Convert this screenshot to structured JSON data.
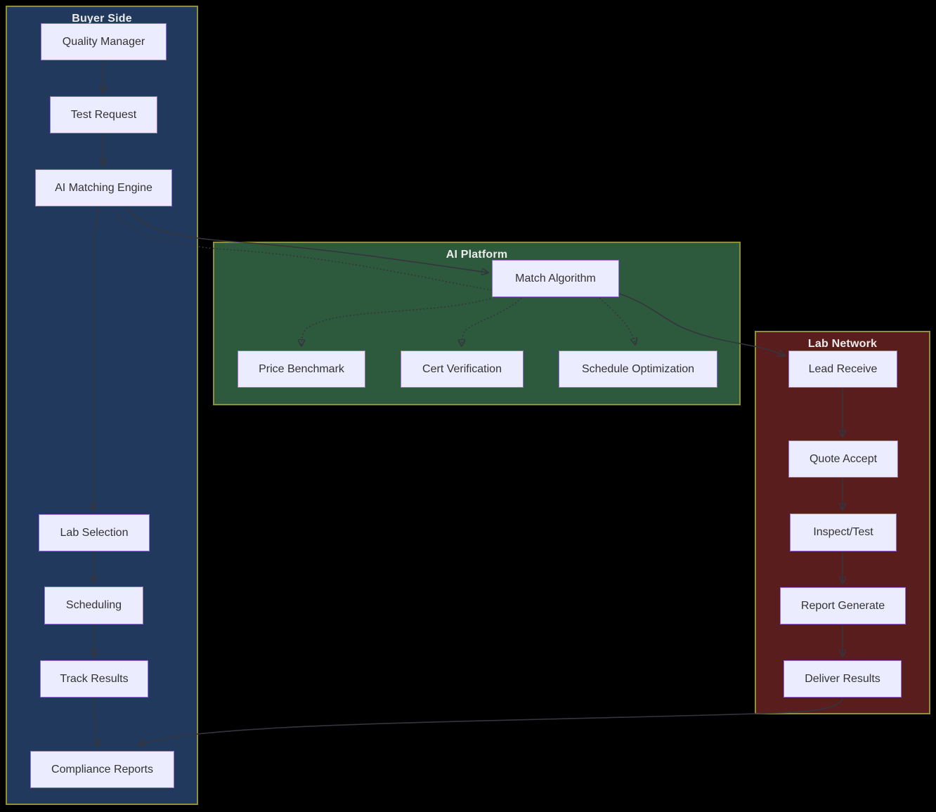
{
  "diagram_type": "flowchart",
  "colors": {
    "background": "#000000",
    "cluster_border": "#8f8f35",
    "buyer_fill": "#20395c",
    "ai_platform_fill": "#2d5a3d",
    "lab_network_fill": "#5a1d1d",
    "node_fill": "#ececff",
    "node_border": "#9370db",
    "node_text": "#333333",
    "cluster_title_text": "#ececec",
    "edge": "#35353d"
  },
  "containers": {
    "buyer": {
      "title": "Buyer Side",
      "nodes": {
        "quality_manager": {
          "label": "Quality Manager"
        },
        "test_request": {
          "label": "Test Request"
        },
        "ai_matching_engine": {
          "label": "AI Matching Engine"
        },
        "lab_selection": {
          "label": "Lab Selection"
        },
        "scheduling": {
          "label": "Scheduling"
        },
        "track_results": {
          "label": "Track Results"
        },
        "compliance_reports": {
          "label": "Compliance Reports"
        }
      }
    },
    "ai": {
      "title": "AI Platform",
      "nodes": {
        "match_algorithm": {
          "label": "Match Algorithm"
        },
        "price_benchmark": {
          "label": "Price Benchmark"
        },
        "cert_verification": {
          "label": "Cert Verification"
        },
        "schedule_optimization": {
          "label": "Schedule Optimization"
        }
      }
    },
    "lab": {
      "title": "Lab Network",
      "nodes": {
        "lead_receive": {
          "label": "Lead Receive"
        },
        "quote_accept": {
          "label": "Quote Accept"
        },
        "inspect_test": {
          "label": "Inspect/Test"
        },
        "report_generate": {
          "label": "Report Generate"
        },
        "deliver_results": {
          "label": "Deliver Results"
        }
      }
    }
  },
  "edges": [
    {
      "from": "Quality Manager",
      "to": "Test Request",
      "style": "solid"
    },
    {
      "from": "Test Request",
      "to": "AI Matching Engine",
      "style": "solid"
    },
    {
      "from": "AI Matching Engine",
      "to": "Match Algorithm",
      "style": "solid"
    },
    {
      "from": "AI Matching Engine",
      "to": "Match Algorithm",
      "style": "dotted"
    },
    {
      "from": "AI Matching Engine",
      "to": "Lab Selection",
      "style": "solid"
    },
    {
      "from": "Match Algorithm",
      "to": "Price Benchmark",
      "style": "dotted"
    },
    {
      "from": "Match Algorithm",
      "to": "Cert Verification",
      "style": "dotted"
    },
    {
      "from": "Match Algorithm",
      "to": "Schedule Optimization",
      "style": "dotted"
    },
    {
      "from": "Match Algorithm",
      "to": "Lead Receive",
      "style": "solid"
    },
    {
      "from": "Lead Receive",
      "to": "Quote Accept",
      "style": "solid"
    },
    {
      "from": "Quote Accept",
      "to": "Inspect/Test",
      "style": "solid"
    },
    {
      "from": "Inspect/Test",
      "to": "Report Generate",
      "style": "solid"
    },
    {
      "from": "Report Generate",
      "to": "Deliver Results",
      "style": "solid"
    },
    {
      "from": "Lab Selection",
      "to": "Scheduling",
      "style": "solid"
    },
    {
      "from": "Scheduling",
      "to": "Track Results",
      "style": "solid"
    },
    {
      "from": "Track Results",
      "to": "Compliance Reports",
      "style": "solid"
    },
    {
      "from": "Deliver Results",
      "to": "Compliance Reports",
      "style": "solid"
    }
  ]
}
